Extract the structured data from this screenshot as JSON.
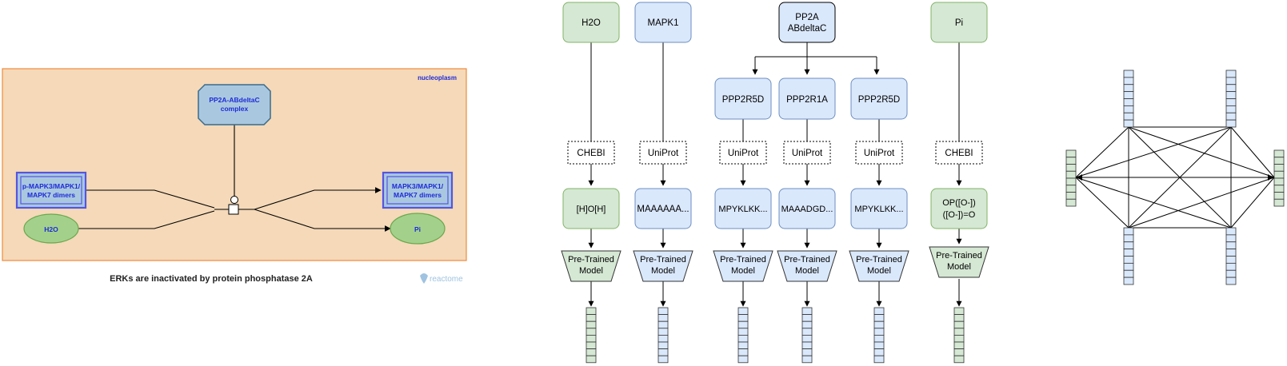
{
  "reactome_panel": {
    "compartment_label": "nucleoplasm",
    "complex_top": [
      "PP2A-ABdeltaC",
      "complex"
    ],
    "input_complex": [
      "p-MAPK3/MAPK1/",
      "MAPK7 dimers"
    ],
    "input_small": "H2O",
    "output_complex": [
      "MAPK3/MAPK1/",
      "MAPK7 dimers"
    ],
    "output_small": "Pi",
    "caption": "ERKs are inactivated by protein phosphatase 2A",
    "logo_text": "reactome"
  },
  "pipeline_panel": {
    "entities": [
      {
        "label": [
          "H2O"
        ],
        "type": "molecule"
      },
      {
        "label": [
          "MAPK1"
        ],
        "type": "protein"
      },
      {
        "label": [
          "PP2A",
          "ABdeltaC"
        ],
        "type": "complex"
      },
      {
        "label": [
          "Pi"
        ],
        "type": "molecule"
      }
    ],
    "complex_members": [
      {
        "label": "PPP2R5D"
      },
      {
        "label": "PPP2R1A"
      },
      {
        "label": "PPP2R5D"
      }
    ],
    "columns": [
      {
        "database": "CHEBI",
        "sequence": [
          "[H]O[H]"
        ],
        "type": "molecule"
      },
      {
        "database": "UniProt",
        "sequence": [
          "MAAAAAA..."
        ],
        "type": "protein"
      },
      {
        "database": "UniProt",
        "sequence": [
          "MPYKLKK..."
        ],
        "type": "protein"
      },
      {
        "database": "UniProt",
        "sequence": [
          "MAAADGD..."
        ],
        "type": "protein"
      },
      {
        "database": "UniProt",
        "sequence": [
          "MPYKLKK..."
        ],
        "type": "protein"
      },
      {
        "database": "CHEBI",
        "sequence": [
          "OP([O-])",
          "([O-])=O"
        ],
        "type": "molecule"
      }
    ],
    "model_label": [
      "Pre-Trained",
      "Model"
    ]
  },
  "colors": {
    "molecule_fill": "#d5e8d4",
    "molecule_stroke": "#82b366",
    "protein_fill": "#dae8fc",
    "protein_stroke": "#6c8ebf",
    "compartment_fill": "#f5d9b8",
    "compartment_stroke": "#f08a3c",
    "reactome_node_fill": "#a9c8e0",
    "reactome_text": "#1f2ad8"
  }
}
